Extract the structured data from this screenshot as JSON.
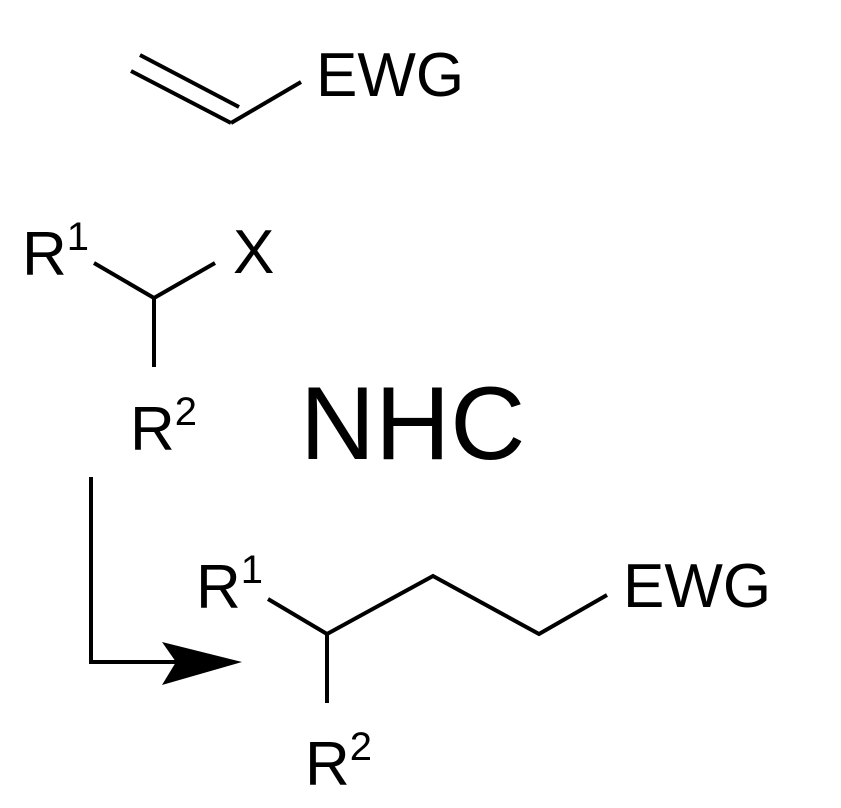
{
  "reactant_alkene": {
    "substituent": "EWG"
  },
  "reactant_halide": {
    "r1": "R",
    "r1_sup": "1",
    "leaving_group": "X",
    "r2": "R",
    "r2_sup": "2"
  },
  "catalyst": {
    "label": "NHC"
  },
  "product": {
    "r1": "R",
    "r1_sup": "1",
    "r2": "R",
    "r2_sup": "2",
    "substituent": "EWG"
  },
  "colors": {
    "bond": "#000000",
    "leaving_group": "#7cb82f",
    "catalyst": "#efc22e"
  }
}
